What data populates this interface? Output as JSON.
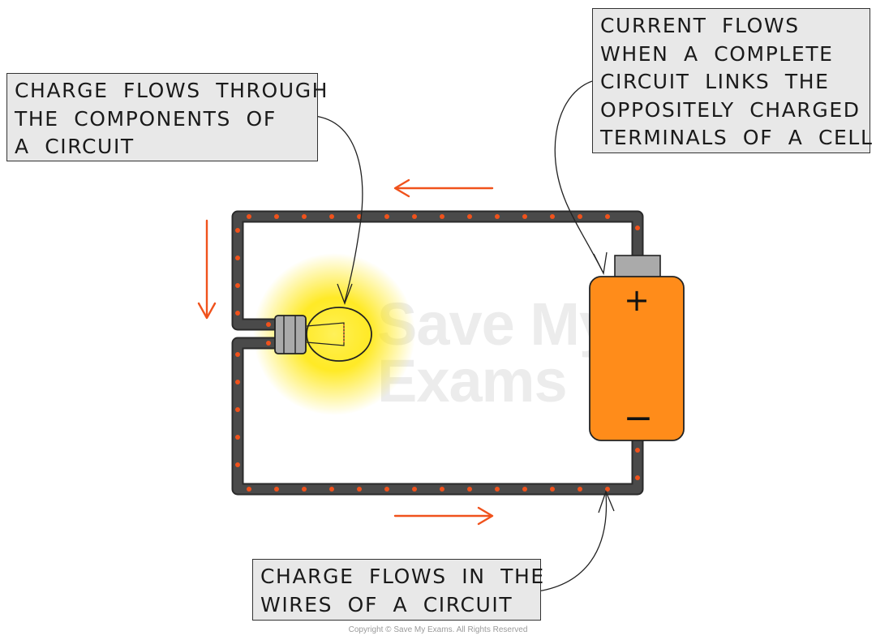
{
  "labels": {
    "components": [
      "CHARGE FLOWS THROUGH",
      "THE COMPONENTS OF",
      "A CIRCUIT"
    ],
    "current": [
      "CURRENT FLOWS",
      "WHEN A COMPLETE",
      "CIRCUIT LINKS THE",
      "OPPOSITELY CHARGED",
      "TERMINALS OF A CELL"
    ],
    "wires": [
      "CHARGE FLOWS IN THE",
      "WIRES OF A CIRCUIT"
    ]
  },
  "cell": {
    "positive_symbol": "+",
    "negative_symbol": "−"
  },
  "watermark": [
    "Save My",
    "Exams"
  ],
  "copyright": "Copyright © Save My Exams. All Rights Reserved",
  "colors": {
    "wire": "#4a4a4a",
    "charge": "#f0521c",
    "arrow": "#f0521c",
    "cell_body": "#ff8c1a",
    "bulb_glow": "#ffe600",
    "label_bg": "#e8e8e8"
  }
}
